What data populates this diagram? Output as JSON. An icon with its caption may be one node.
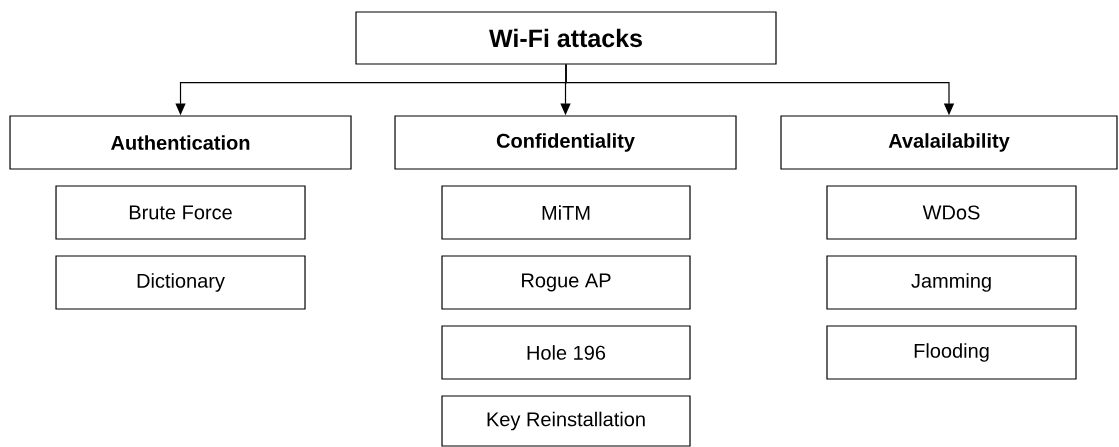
{
  "diagram": {
    "nodes": [
      {
        "text": [
          "Wi-Fi attacks"
        ]
      },
      {
        "text": [
          "Authentication"
        ]
      },
      {
        "text": [
          "Confidentiality"
        ]
      },
      {
        "text": [
          "Avalailability"
        ]
      },
      {
        "text": [
          "Brute Force"
        ]
      },
      {
        "text": [
          "Dictionary"
        ]
      },
      {
        "text": [
          "MiTM"
        ]
      },
      {
        "text": [
          "Rogue AP"
        ]
      },
      {
        "text": [
          "Hole 196"
        ]
      },
      {
        "text": [
          "Key Reinstallation"
        ]
      },
      {
        "text": [
          "WDoS"
        ]
      },
      {
        "text": [
          "Jamming"
        ]
      },
      {
        "text": [
          "Flooding"
        ]
      }
    ],
    "edges": [
      {
        "from": 0,
        "to": 1,
        "arrow": "to"
      },
      {
        "from": 0,
        "to": 2,
        "arrow": "to"
      },
      {
        "from": 0,
        "to": 3,
        "arrow": "to"
      }
    ]
  }
}
